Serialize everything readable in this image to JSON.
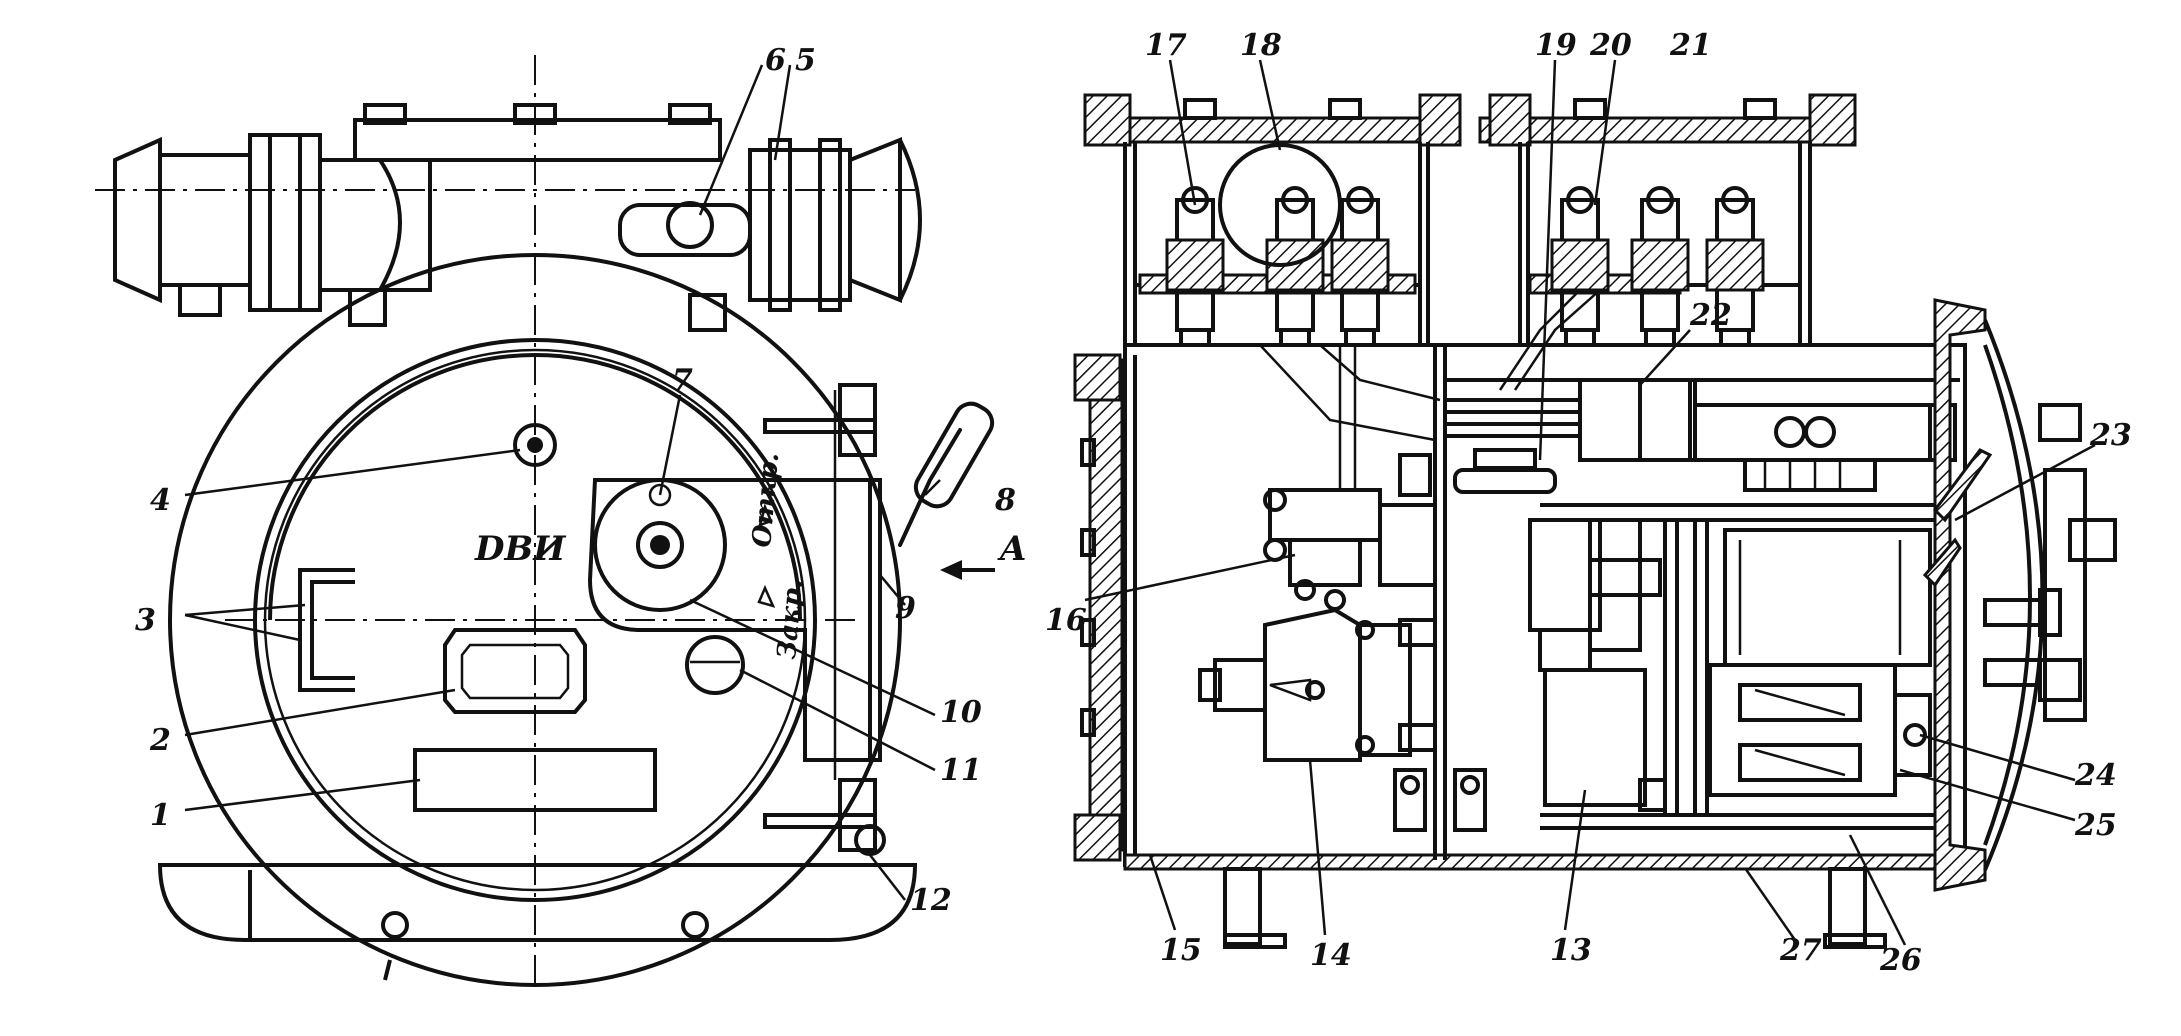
{
  "left_view": {
    "nameplate_text": "DВИ",
    "rotation_open": "Откр.",
    "rotation_close": "Закр.",
    "direction_label": "A",
    "callouts": [
      "1",
      "2",
      "3",
      "4",
      "5",
      "6",
      "7",
      "8",
      "9",
      "10",
      "11",
      "12"
    ]
  },
  "right_view": {
    "callouts": [
      "13",
      "14",
      "15",
      "16",
      "17",
      "18",
      "19",
      "20",
      "21",
      "22",
      "23",
      "24",
      "25",
      "26",
      "27"
    ]
  }
}
